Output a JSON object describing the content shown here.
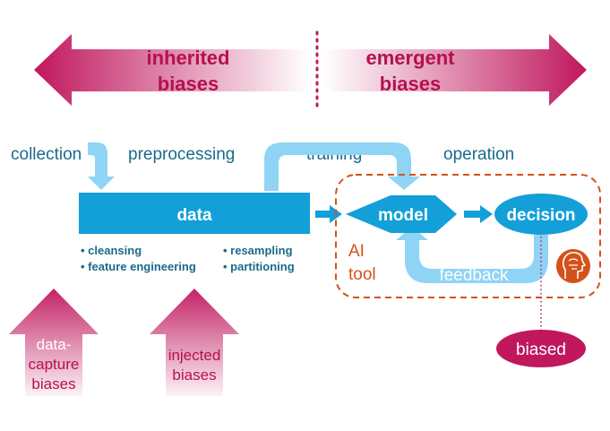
{
  "top_arrow": {
    "left_line1": "inherited",
    "left_line2": "biases",
    "right_line1": "emergent",
    "right_line2": "biases"
  },
  "stages": {
    "collection": "collection",
    "preprocessing": "preprocessing",
    "training": "training",
    "operation": "operation"
  },
  "nodes": {
    "data": "data",
    "model": "model",
    "decision": "decision",
    "feedback": "feedback",
    "ai_tool_line1": "AI",
    "ai_tool_line2": "tool",
    "biased": "biased"
  },
  "preprocessing_steps": {
    "col1": [
      "• cleansing",
      "• feature engineering"
    ],
    "col2": [
      "• resampling",
      "• partitioning"
    ]
  },
  "bottom_arrows": {
    "data_capture": [
      "data-",
      "capture",
      "biases"
    ],
    "injected": [
      "injected",
      "biases"
    ]
  },
  "icons": {
    "ai_tool": "brain-head-icon"
  },
  "colors": {
    "magenta": "#c0175d",
    "magenta_text": "#b5104f",
    "blue": "#139fd8",
    "light_blue": "#8fd4f5",
    "dark_blue_text": "#1b6a8a",
    "orange": "#d4521a"
  }
}
